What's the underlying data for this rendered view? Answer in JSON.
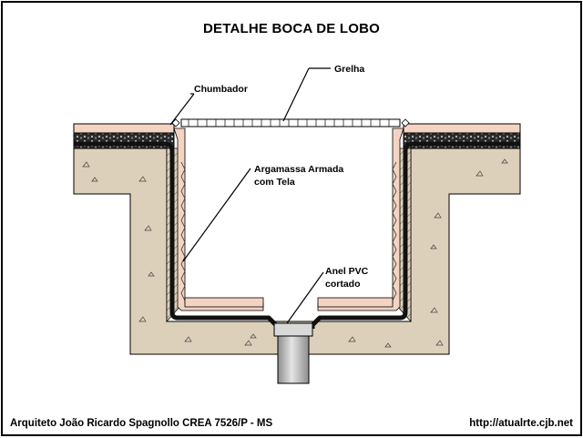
{
  "title": "DETALHE BOCA DE LOBO",
  "labels": {
    "grelha": "Grelha",
    "chumbador": "Chumbador",
    "argamassa_line1": "Argamassa Armada",
    "argamassa_line2": "com Tela",
    "anel_line1": "Anel PVC",
    "anel_line2": "cortado"
  },
  "footer": {
    "author": "Arquiteto João Ricardo Spagnollo CREA 7526/P - MS",
    "website": "http://atualrte.cjb.net"
  },
  "colors": {
    "concrete": "#ddd0ba",
    "paving": "#f3d4c3",
    "asphalt": "#303030",
    "pipe": "#c4c4c4",
    "waterproofing": "#111111"
  }
}
